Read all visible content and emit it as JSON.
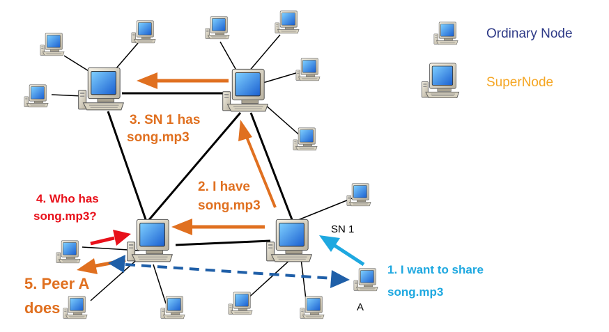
{
  "legend": {
    "ordinary_label": "Ordinary Node",
    "supernode_label": "SuperNode",
    "ordinary_color": "#2e3a87",
    "supernode_color": "#f5a623"
  },
  "labels": {
    "sn1_has_line1": "3. SN 1 has",
    "sn1_has_line2": "song.mp3",
    "i_have_line1": "2. I have",
    "i_have_line2": "song.mp3",
    "who_has_line1": "4. Who has",
    "who_has_line2": "song.mp3?",
    "peer_a_line1": "5. Peer A",
    "peer_a_line2": "does",
    "share_line1": "1. I want to share",
    "share_line2": "song.mp3",
    "sn1_name": "SN 1",
    "peer_a_name": "A"
  },
  "colors": {
    "orange": "#e07020",
    "red": "#e8101a",
    "cyan": "#1ea8e0",
    "blue": "#1f5fa8",
    "link": "#000000"
  }
}
